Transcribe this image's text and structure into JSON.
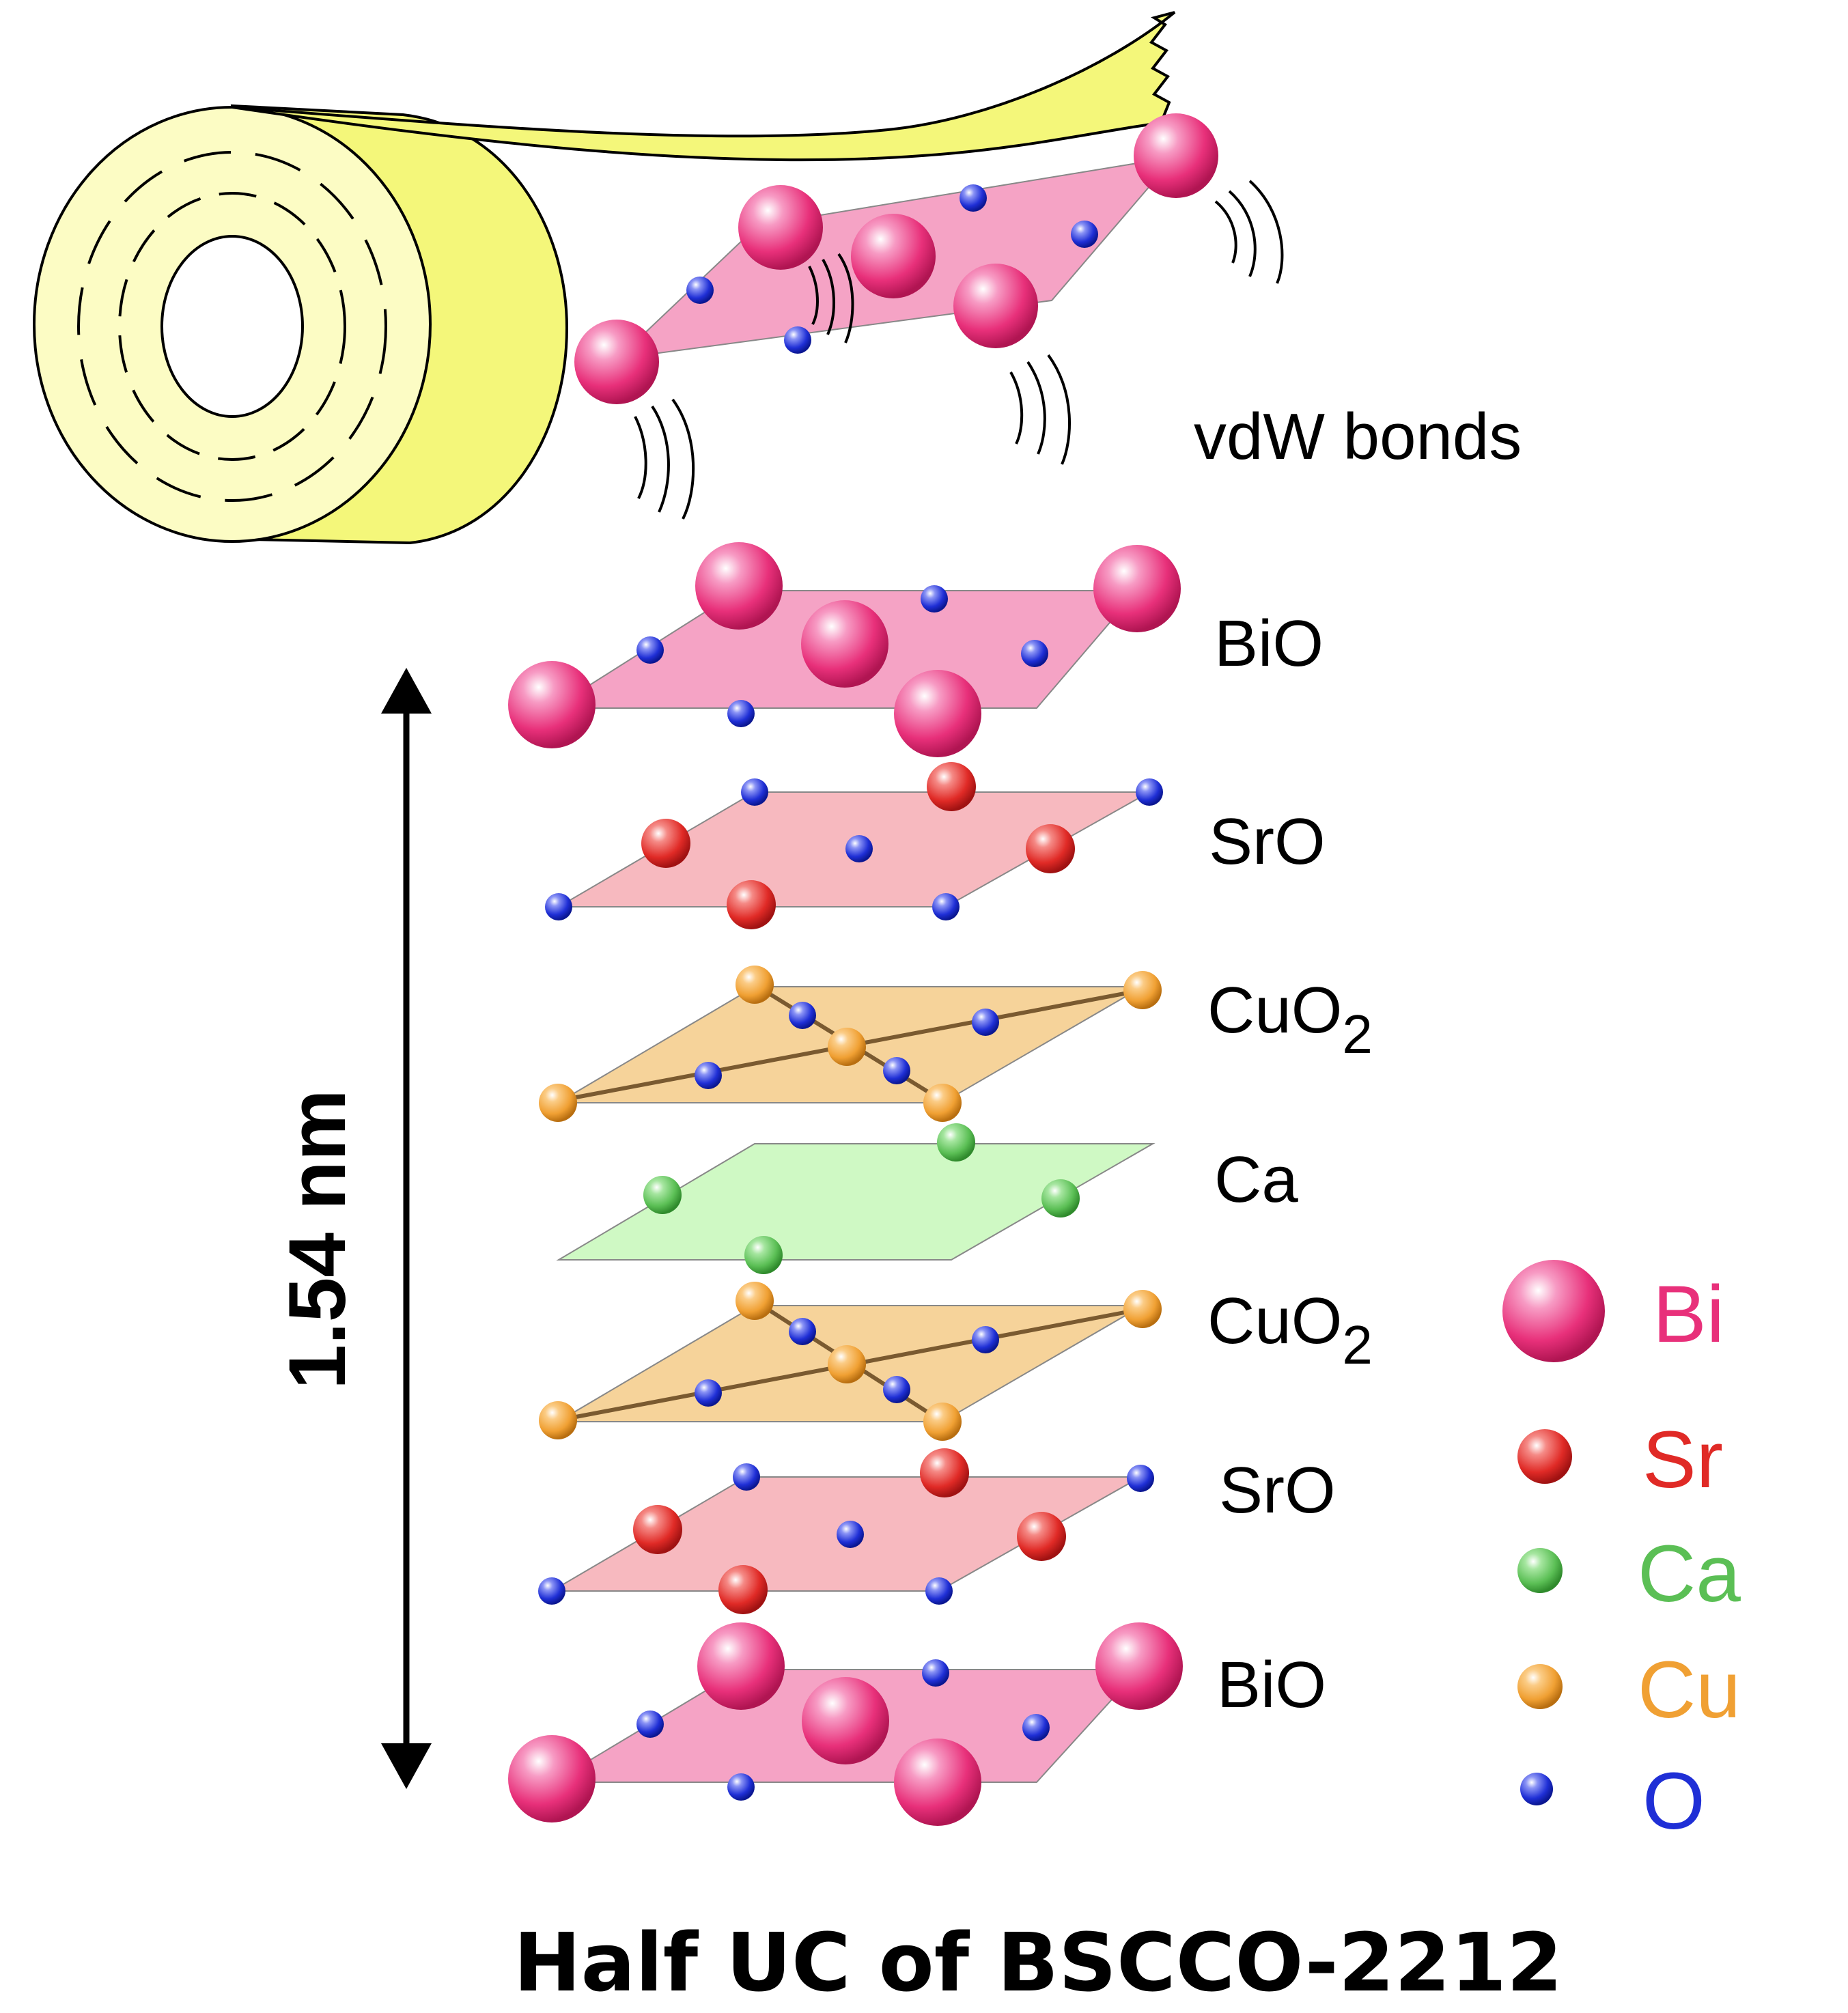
{
  "tape_label": "vdW bonds",
  "dimension_label": "1.54 nm",
  "title": "Half UC of BSCCO-2212",
  "layers": [
    {
      "label": "BiO",
      "sub": ""
    },
    {
      "label": "SrO",
      "sub": ""
    },
    {
      "label": "CuO",
      "sub": "2"
    },
    {
      "label": "Ca",
      "sub": ""
    },
    {
      "label": "CuO",
      "sub": "2"
    },
    {
      "label": "SrO",
      "sub": ""
    },
    {
      "label": "BiO",
      "sub": ""
    }
  ],
  "legend": [
    {
      "element": "Bi",
      "color": "#e8307a"
    },
    {
      "element": "Sr",
      "color": "#e02a26"
    },
    {
      "element": "Ca",
      "color": "#5bbf55"
    },
    {
      "element": "Cu",
      "color": "#f0a033"
    },
    {
      "element": "O",
      "color": "#1f2fd6"
    }
  ],
  "colors": {
    "bio_plane": "#f5a3c5",
    "sro_plane": "#f7b9bf",
    "cuo2_plane": "#f6d39a",
    "ca_plane": "#cff9c4",
    "tape": "#f4f77a",
    "tape_face": "#fcfcc4",
    "arrow": "#000000"
  }
}
